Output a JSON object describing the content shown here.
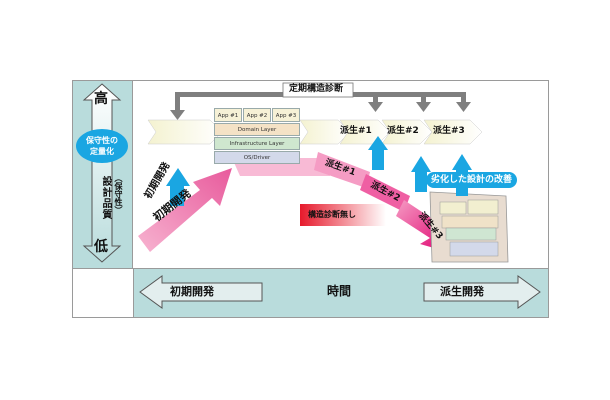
{
  "axis": {
    "high": "高",
    "low": "低",
    "vertical_label": "設計品質",
    "vertical_sub": "（保守性）",
    "quantify": "保守性の\n定量化",
    "time": "時間",
    "initial_dev": "初期開発",
    "derived_dev": "派生開発"
  },
  "diagram": {
    "periodic_diagnosis": "定期構造診断",
    "initial_dev_arrow": "初期開発",
    "derived": [
      "派生#1",
      "派生#2",
      "派生#3"
    ],
    "improve": "劣化した設計の改善",
    "no_diagnosis": "構造診断無し",
    "layers": {
      "apps": [
        "App #1",
        "App #2",
        "App #3"
      ],
      "domain": "Domain Layer",
      "infra": "Infrastructure Layer",
      "os": "OS/Driver"
    }
  },
  "colors": {
    "teal": "#b9dcdc",
    "cyan": "#1aa6e2",
    "magenta": "#e6007e",
    "pink": "#f06aa8",
    "grey_arrow": "#7f7f7f"
  }
}
